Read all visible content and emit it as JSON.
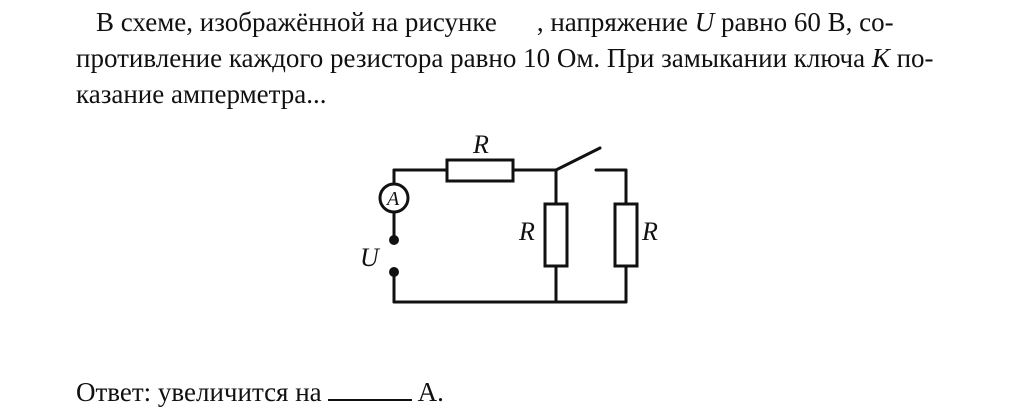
{
  "problem": {
    "line1_a": "В схеме, изображённой на рисунке",
    "line1_b": ", напряжение",
    "line1_var_u": "U",
    "line1_c": "равно 60 В, со-",
    "line2_a": "противление каждого резистора равно 10 Ом. При замыкании ключа",
    "line2_var_k": "K",
    "line2_b": "по-",
    "line3": "казание амперметра..."
  },
  "circuit": {
    "resistor_top_label": "R",
    "resistor_middle_label": "R",
    "resistor_right_label": "R",
    "ammeter_label": "A",
    "voltage_label": "U"
  },
  "answer": {
    "prefix": "Ответ: увеличится на",
    "suffix": "А."
  }
}
